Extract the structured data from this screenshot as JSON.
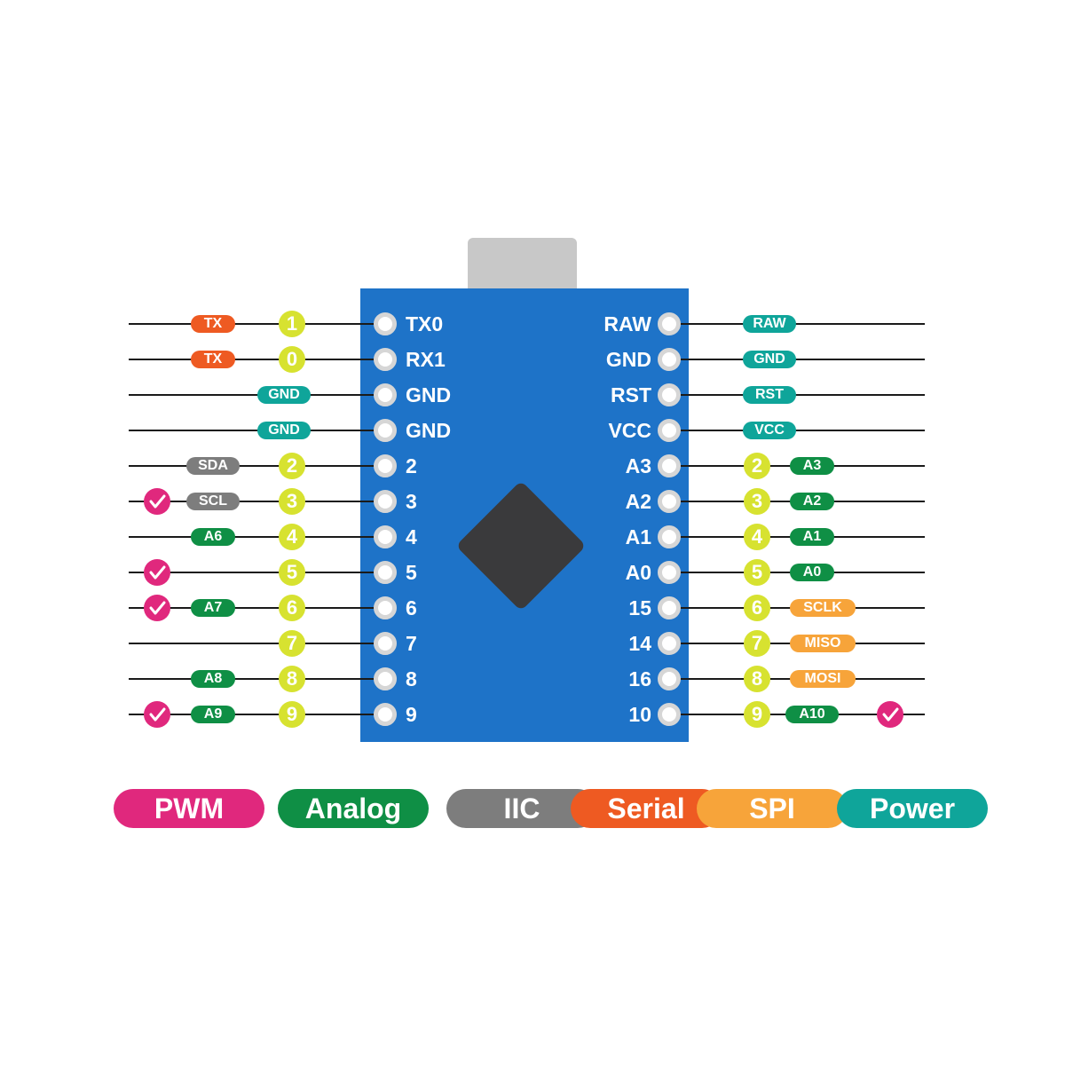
{
  "colors": {
    "pwm": "#e0287d",
    "analog": "#0f8f45",
    "iic": "#7d7d7d",
    "serial": "#ee5a22",
    "spi": "#f7a43a",
    "power": "#0fa59a",
    "number": "#d7e230"
  },
  "board": {
    "left_pins": [
      "TX0",
      "RX1",
      "GND",
      "GND",
      "2",
      "3",
      "4",
      "5",
      "6",
      "7",
      "8",
      "9"
    ],
    "right_pins": [
      "RAW",
      "GND",
      "RST",
      "VCC",
      "A3",
      "A2",
      "A1",
      "A0",
      "15",
      "14",
      "16",
      "10"
    ]
  },
  "left_rows": [
    {
      "number": "1",
      "tag": "TX",
      "tag_type": "serial",
      "pwm": false
    },
    {
      "number": "0",
      "tag": "TX",
      "tag_type": "serial",
      "pwm": false
    },
    {
      "number": "",
      "tag": "GND",
      "tag_type": "power",
      "pwm": false
    },
    {
      "number": "",
      "tag": "GND",
      "tag_type": "power",
      "pwm": false
    },
    {
      "number": "2",
      "tag": "SDA",
      "tag_type": "iic",
      "pwm": false
    },
    {
      "number": "3",
      "tag": "SCL",
      "tag_type": "iic",
      "pwm": true
    },
    {
      "number": "4",
      "tag": "A6",
      "tag_type": "analog",
      "pwm": false
    },
    {
      "number": "5",
      "tag": "",
      "tag_type": "",
      "pwm": true
    },
    {
      "number": "6",
      "tag": "A7",
      "tag_type": "analog",
      "pwm": true
    },
    {
      "number": "7",
      "tag": "",
      "tag_type": "",
      "pwm": false
    },
    {
      "number": "8",
      "tag": "A8",
      "tag_type": "analog",
      "pwm": false
    },
    {
      "number": "9",
      "tag": "A9",
      "tag_type": "analog",
      "pwm": true
    }
  ],
  "right_rows": [
    {
      "number": "",
      "tag": "RAW",
      "tag_type": "power",
      "pwm": false
    },
    {
      "number": "",
      "tag": "GND",
      "tag_type": "power",
      "pwm": false
    },
    {
      "number": "",
      "tag": "RST",
      "tag_type": "power",
      "pwm": false
    },
    {
      "number": "",
      "tag": "VCC",
      "tag_type": "power",
      "pwm": false
    },
    {
      "number": "2",
      "tag": "A3",
      "tag_type": "analog",
      "pwm": false
    },
    {
      "number": "3",
      "tag": "A2",
      "tag_type": "analog",
      "pwm": false
    },
    {
      "number": "4",
      "tag": "A1",
      "tag_type": "analog",
      "pwm": false
    },
    {
      "number": "5",
      "tag": "A0",
      "tag_type": "analog",
      "pwm": false
    },
    {
      "number": "6",
      "tag": "SCLK",
      "tag_type": "spi",
      "pwm": false
    },
    {
      "number": "7",
      "tag": "MISO",
      "tag_type": "spi",
      "pwm": false
    },
    {
      "number": "8",
      "tag": "MOSI",
      "tag_type": "spi",
      "pwm": false
    },
    {
      "number": "9",
      "tag": "A10",
      "tag_type": "analog",
      "pwm": true
    }
  ],
  "legend": [
    {
      "label": "PWM",
      "type": "pwm"
    },
    {
      "label": "Analog",
      "type": "analog"
    },
    {
      "label": "IIC",
      "type": "iic"
    },
    {
      "label": "Serial",
      "type": "serial"
    },
    {
      "label": "SPI",
      "type": "spi"
    },
    {
      "label": "Power",
      "type": "power"
    }
  ]
}
